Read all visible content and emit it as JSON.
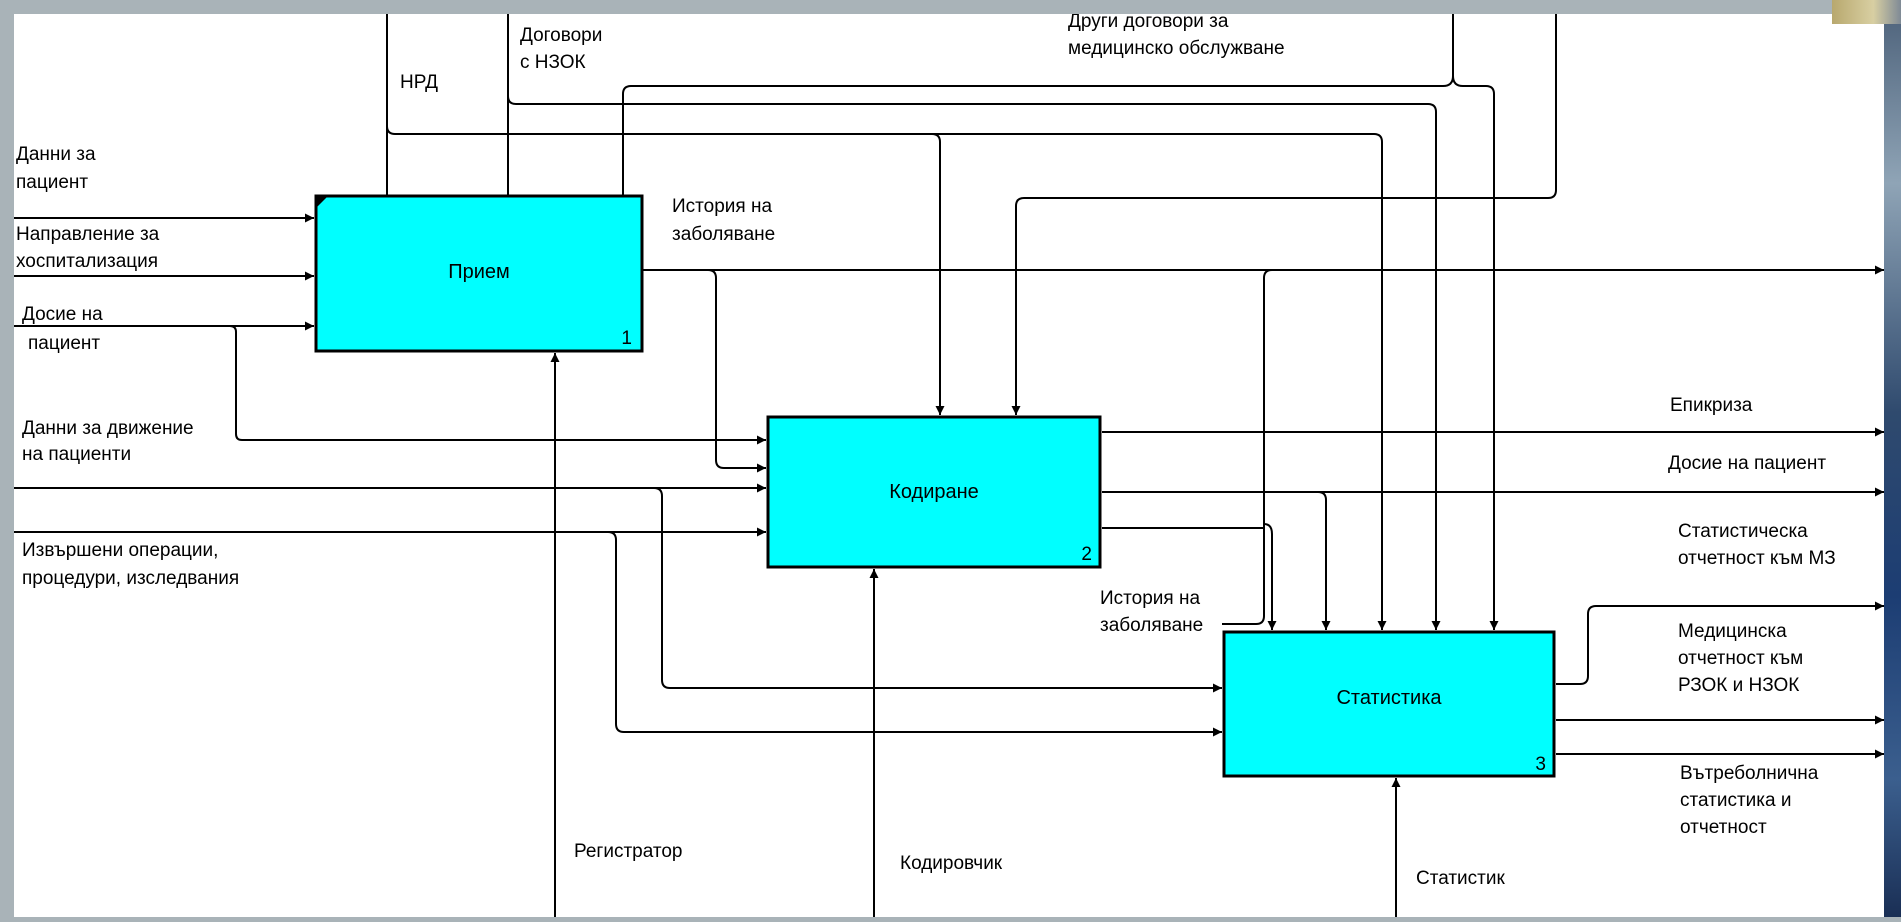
{
  "functions": [
    {
      "title": "Прием",
      "number": "1"
    },
    {
      "title": "Кодиране",
      "number": "2"
    },
    {
      "title": "Статистика",
      "number": "3"
    }
  ],
  "labels": {
    "nrd": "НРД",
    "contracts_nzok_1": "Договори",
    "contracts_nzok_2": "с НЗОК",
    "other_contracts_1": "Други договори за",
    "other_contracts_2": "медицинско обслужване",
    "patient_data_1": "Данни за",
    "patient_data_2": "пациент",
    "referral_1": "Направление за",
    "referral_2": "хоспитализация",
    "dossier_in_1": "Досие на",
    "dossier_in_2": "пациент",
    "movement_1": "Данни за движение",
    "movement_2": "на пациенти",
    "operations_1": "Извършени операции,",
    "operations_2": "процедури, изследвания",
    "history_1a": "История на",
    "history_1b": "заболяване",
    "history_2a": "История на",
    "history_2b": "заболяване",
    "epicrisis": "Епикриза",
    "dossier_out": "Досие на пациент",
    "stat_mz_1": "Статистическа",
    "stat_mz_2": "отчетност към МЗ",
    "med_rzok_1": "Медицинска",
    "med_rzok_2": "отчетност към",
    "med_rzok_3": "РЗОК и НЗОК",
    "internal_1": "Вътреболнична",
    "internal_2": "статистика и",
    "internal_3": "отчетност",
    "registrar": "Регистратор",
    "coder": "Кодировчик",
    "statistician": "Статистик"
  },
  "colors": {
    "box_fill": "#00ffff",
    "line": "#000000"
  }
}
